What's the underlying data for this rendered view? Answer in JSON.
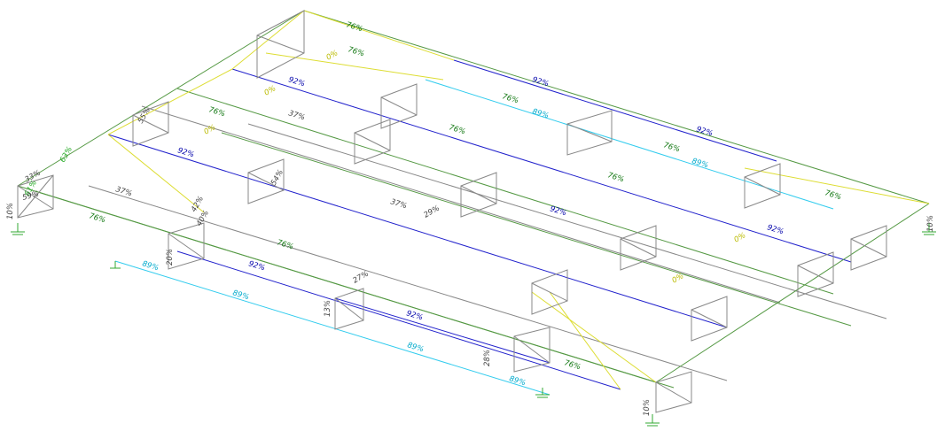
{
  "view": {
    "type": "structural-model-utilization-plot",
    "background": "#ffffff"
  },
  "ratio_colors": {
    "0%": "#d4d400",
    "10%": "#555555",
    "13%": "#555555",
    "20%": "#555555",
    "27%": "#555555",
    "28%": "#555555",
    "29%": "#555555",
    "33%": "#555555",
    "37%": "#555555",
    "40%": "#555555",
    "42%": "#555555",
    "54%": "#555555",
    "55%": "#555555",
    "59%": "#555555",
    "61%": "#33bb33",
    "63%": "#33bb33",
    "76%": "#117711",
    "89%": "#00bbdd",
    "92%": "#0000bb"
  },
  "members": [
    {
      "id": "ridge-back",
      "ratio": "76%",
      "color": "#448833"
    },
    {
      "id": "blue-92-a",
      "ratio": "92%",
      "color": "#1a1acc"
    },
    {
      "id": "blue-92-b",
      "ratio": "92%",
      "color": "#1a1acc"
    },
    {
      "id": "blue-92-c",
      "ratio": "92%",
      "color": "#1a1acc"
    },
    {
      "id": "cyan-89",
      "ratio": "89%",
      "color": "#33ccee"
    },
    {
      "id": "green-76-a",
      "ratio": "76%",
      "color": "#448833"
    },
    {
      "id": "green-76-b",
      "ratio": "76%",
      "color": "#448833"
    },
    {
      "id": "grey-37",
      "ratio": "37%",
      "color": "#777777"
    }
  ],
  "labels": [
    {
      "text": "76%",
      "color": "#117711"
    },
    {
      "text": "76%",
      "color": "#117711"
    },
    {
      "text": "0%",
      "color": "#bbbb00"
    },
    {
      "text": "92%",
      "color": "#0000aa"
    },
    {
      "text": "92%",
      "color": "#0000aa"
    },
    {
      "text": "76%",
      "color": "#117711"
    },
    {
      "text": "89%",
      "color": "#00aacc"
    },
    {
      "text": "92%",
      "color": "#0000aa"
    },
    {
      "text": "76%",
      "color": "#117711"
    },
    {
      "text": "37%",
      "color": "#444444"
    },
    {
      "text": "0%",
      "color": "#bbbb00"
    },
    {
      "text": "92%",
      "color": "#0000aa"
    },
    {
      "text": "76%",
      "color": "#117711"
    },
    {
      "text": "89%",
      "color": "#00aacc"
    },
    {
      "text": "76%",
      "color": "#117711"
    },
    {
      "text": "89%",
      "color": "#00aacc"
    },
    {
      "text": "92%",
      "color": "#0000aa"
    },
    {
      "text": "92%",
      "color": "#0000aa"
    },
    {
      "text": "76%",
      "color": "#117711"
    },
    {
      "text": "37%",
      "color": "#444444"
    },
    {
      "text": "76%",
      "color": "#117711"
    },
    {
      "text": "89%",
      "color": "#00aacc"
    },
    {
      "text": "92%",
      "color": "#0000aa"
    },
    {
      "text": "76%",
      "color": "#117711"
    },
    {
      "text": "89%",
      "color": "#00aacc"
    },
    {
      "text": "92%",
      "color": "#0000aa"
    },
    {
      "text": "76%",
      "color": "#117711"
    },
    {
      "text": "89%",
      "color": "#00aacc"
    },
    {
      "text": "76%",
      "color": "#117711"
    },
    {
      "text": "10%",
      "color": "#444444"
    },
    {
      "text": "20%",
      "color": "#444444"
    },
    {
      "text": "13%",
      "color": "#444444"
    },
    {
      "text": "28%",
      "color": "#444444"
    },
    {
      "text": "10%",
      "color": "#444444"
    },
    {
      "text": "10%",
      "color": "#444444"
    },
    {
      "text": "33%",
      "color": "#444444"
    },
    {
      "text": "61%",
      "color": "#22aa22"
    },
    {
      "text": "63%",
      "color": "#22aa22"
    },
    {
      "text": "59%",
      "color": "#444444"
    },
    {
      "text": "55%",
      "color": "#444444"
    },
    {
      "text": "54%",
      "color": "#444444"
    },
    {
      "text": "42%",
      "color": "#444444"
    },
    {
      "text": "40%",
      "color": "#444444"
    },
    {
      "text": "27%",
      "color": "#444444"
    },
    {
      "text": "29%",
      "color": "#444444"
    },
    {
      "text": "37%",
      "color": "#444444"
    },
    {
      "text": "0%",
      "color": "#bbbb00"
    },
    {
      "text": "0%",
      "color": "#bbbb00"
    },
    {
      "text": "0%",
      "color": "#bbbb00"
    }
  ]
}
